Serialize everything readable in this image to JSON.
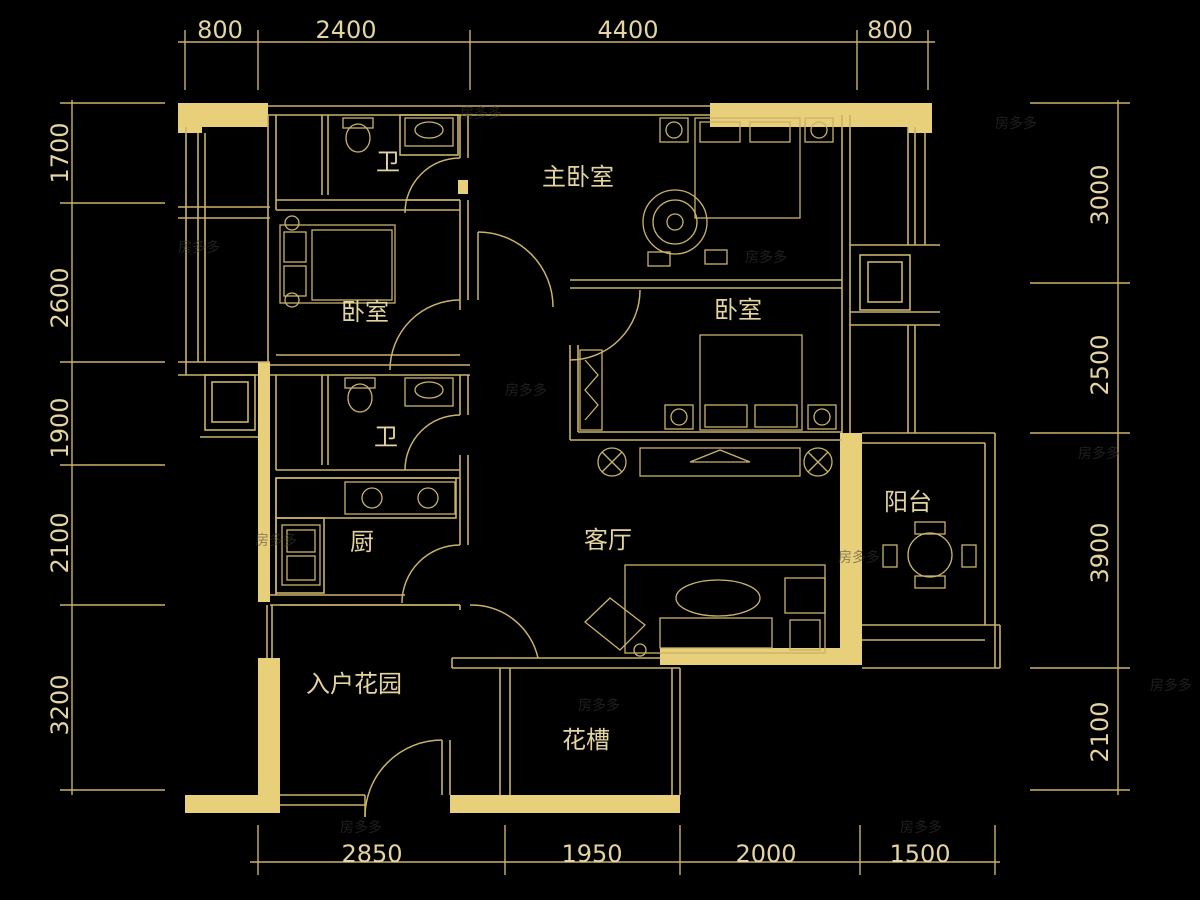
{
  "colors": {
    "background": "#000000",
    "wall": "#e8cf7a",
    "line": "#c9b36a",
    "text": "#e4d4a0"
  },
  "dimensions": {
    "top": [
      "800",
      "2400",
      "4400",
      "800"
    ],
    "bottom": [
      "2850",
      "1950",
      "2000",
      "1500"
    ],
    "left": [
      "1700",
      "2600",
      "1900",
      "2100",
      "3200"
    ],
    "right": [
      "3000",
      "2500",
      "3900",
      "2100"
    ]
  },
  "rooms": {
    "master_bedroom": "主卧室",
    "bedroom_left": "卧室",
    "bedroom_right": "卧室",
    "bathroom_top": "卫",
    "bathroom_mid": "卫",
    "kitchen": "厨",
    "living_room": "客厅",
    "balcony": "阳台",
    "entry_garden": "入户花园",
    "planter": "花槽"
  },
  "watermark": {
    "text": "房多多",
    "icon": "fangdd-logo-icon"
  }
}
